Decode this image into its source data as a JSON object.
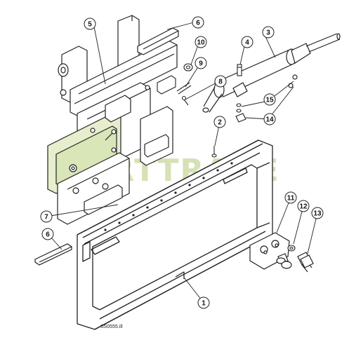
{
  "diagram": {
    "callouts": [
      {
        "id": "c1",
        "label": "1"
      },
      {
        "id": "c2",
        "label": "2"
      },
      {
        "id": "c3",
        "label": "3"
      },
      {
        "id": "c4",
        "label": "4"
      },
      {
        "id": "c5",
        "label": "5"
      },
      {
        "id": "c6a",
        "label": "6"
      },
      {
        "id": "c6b",
        "label": "6"
      },
      {
        "id": "c7",
        "label": "7"
      },
      {
        "id": "c8",
        "label": "8"
      },
      {
        "id": "c9",
        "label": "9"
      },
      {
        "id": "c10",
        "label": "10"
      },
      {
        "id": "c11",
        "label": "11"
      },
      {
        "id": "c12",
        "label": "12"
      },
      {
        "id": "c13",
        "label": "13"
      },
      {
        "id": "c14",
        "label": "14"
      },
      {
        "id": "c15",
        "label": "15"
      }
    ],
    "watermark": "ORTTRADE",
    "drawing_ref": "SS0555.ill",
    "colors": {
      "line": "#222222",
      "watermark_fill": "#cfdca8",
      "watermark_badge": "#b9cf7e",
      "highlight": "#9fbf65"
    }
  }
}
